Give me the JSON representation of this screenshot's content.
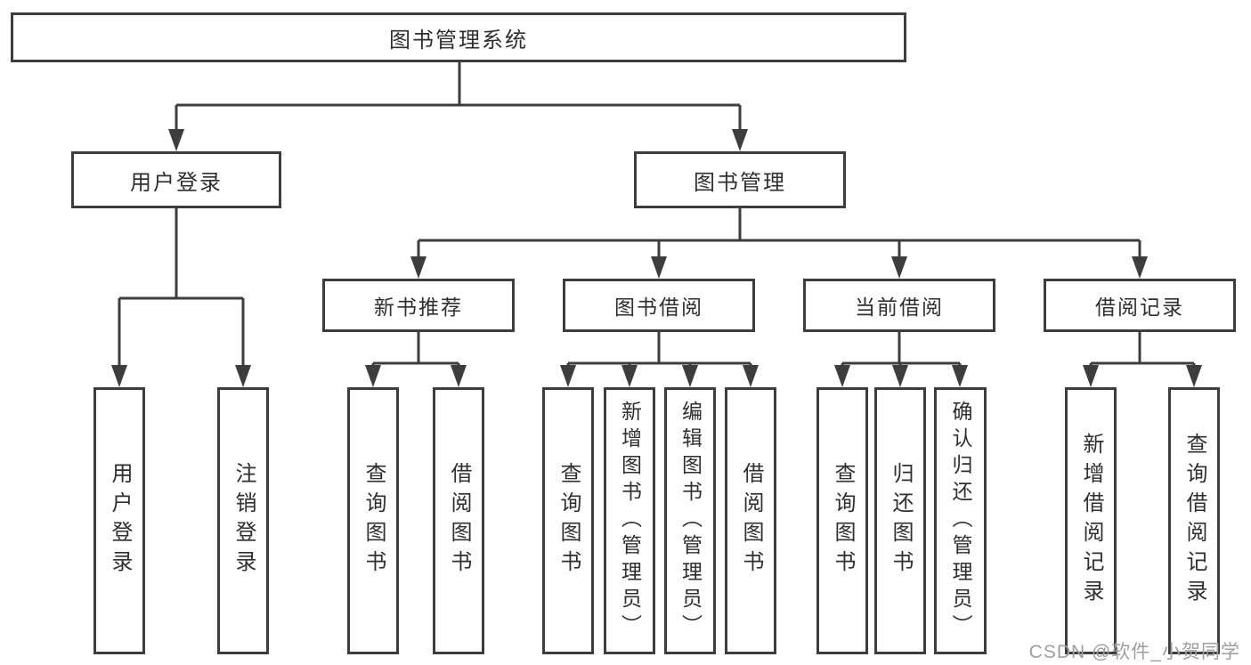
{
  "colors": {
    "line": "#3d3d3d",
    "box_border": "#3d3d3d",
    "text": "#2f2f2f",
    "background": "#ffffff",
    "watermark_text_color": "#9e9e9e"
  },
  "watermark": "CSDN @软件_小贺同学",
  "tree": {
    "root": "图书管理系统",
    "branches": [
      {
        "label": "用户登录",
        "children": [
          "用户登录",
          "注销登录"
        ]
      },
      {
        "label": "图书管理",
        "groups": [
          {
            "label": "新书推荐",
            "children": [
              "查询图书",
              "借阅图书"
            ]
          },
          {
            "label": "图书借阅",
            "children": [
              "查询图书",
              "新增图书（管理员）",
              "编辑图书（管理员）",
              "借阅图书"
            ]
          },
          {
            "label": "当前借阅",
            "children": [
              "查询图书",
              "归还图书",
              "确认归还（管理员）"
            ]
          },
          {
            "label": "借阅记录",
            "children": [
              "新增借阅记录",
              "查询借阅记录"
            ]
          }
        ]
      }
    ]
  }
}
